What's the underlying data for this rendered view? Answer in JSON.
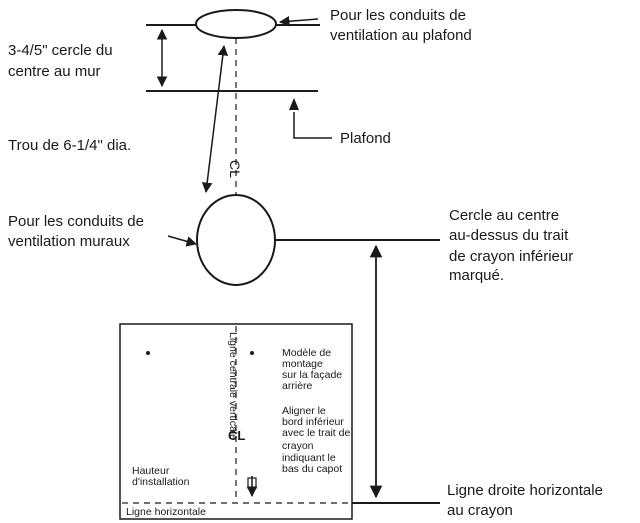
{
  "labels": {
    "ceiling_vent_l1": "Pour les conduits de",
    "ceiling_vent_l2": "ventilation au plafond",
    "offset_l1": "3-4/5\" cercle du",
    "offset_l2": "centre au mur",
    "ceiling": "Plafond",
    "hole": "Trou de 6-1/4\" dia.",
    "centerline_mark": "CL",
    "wall_vent_l1": "Pour les conduits de",
    "wall_vent_l2": "ventilation muraux",
    "circle_above_l1": "Cercle au centre",
    "circle_above_l2": "au-dessus du trait",
    "circle_above_l3": "de crayon inférieur",
    "circle_above_l4": "marqué.",
    "pencil_line_l1": "Ligne droite horizontale",
    "pencil_line_l2": "au crayon"
  },
  "template": {
    "vertical_center_line": "Ligne centrale verticale",
    "model_l1": "Modèle de",
    "model_l2": "montage",
    "model_l3": "sur la façade",
    "model_l4": "arrière",
    "align_l1": "Aligner le",
    "align_l2": "bord inférieur",
    "align_l3": "avec le trait de",
    "align_l4": "crayon",
    "align_l5": "indiquant le",
    "align_l6": "bas du capot",
    "cl_mark": "CL",
    "install_height_l1": "Hauteur",
    "install_height_l2": "d'installation",
    "horizontal_line": "Ligne horizontale"
  },
  "colors": {
    "ink": "#1a1a1a",
    "background": "#ffffff"
  }
}
